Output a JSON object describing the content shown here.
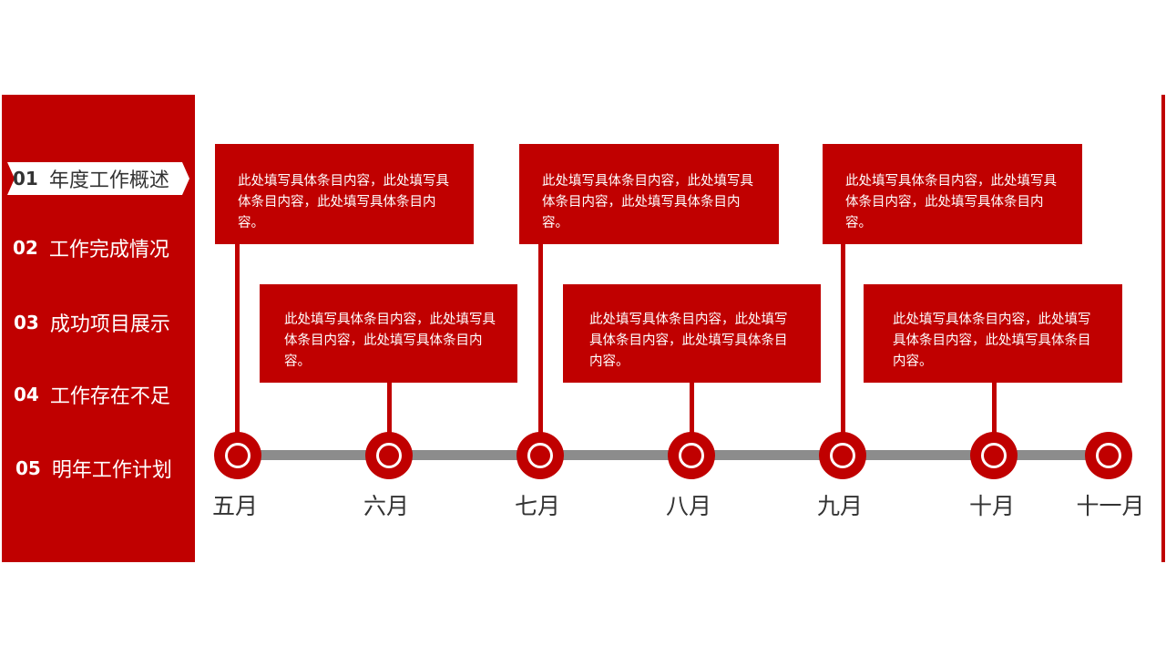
{
  "sidebar": {
    "items": [
      {
        "num": "01",
        "label": "年度工作概述"
      },
      {
        "num": "02",
        "label": "工作完成情况"
      },
      {
        "num": "03",
        "label": "成功项目展示"
      },
      {
        "num": "04",
        "label": "工作存在不足"
      },
      {
        "num": "05",
        "label": "明年工作计划"
      }
    ]
  },
  "timeline": {
    "months": [
      "五月",
      "六月",
      "七月",
      "八月",
      "九月",
      "十月",
      "十一月"
    ],
    "callouts": [
      {
        "text": "此处填写具体条目内容，此处填写具体条目内容，此处填写具体条目内容。"
      },
      {
        "text": "此处填写具体条目内容，此处填写具体条目内容，此处填写具体条目内容。"
      },
      {
        "text": "此处填写具体条目内容，此处填写具体条目内容，此处填写具体条目内容。"
      },
      {
        "text": "此处填写具体条目内容，此处填写具体条目内容，此处填写具体条目内容。"
      },
      {
        "text": "此处填写具体条目内容，此处填写具体条目内容，此处填写具体条目内容。"
      },
      {
        "text": "此处填写具体条目内容，此处填写具体条目内容，此处填写具体条目内容。"
      }
    ]
  },
  "colors": {
    "accent": "#c00000",
    "line": "#8c8c8c",
    "text": "#333333"
  }
}
